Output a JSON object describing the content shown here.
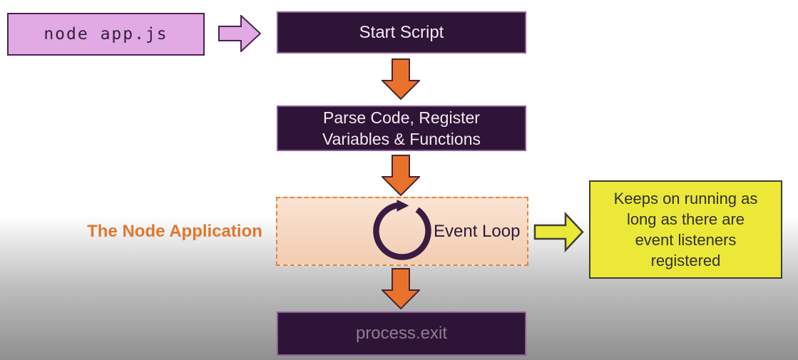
{
  "colors": {
    "bg_bottom": "#8f8f8f",
    "dark_purple": "#2e1436",
    "box_border_light": "#8a5c92",
    "pink_fill": "#e2aae4",
    "pink_border": "#4a2150",
    "orange": "#e8722c",
    "orange_dark_outline": "#4a2430",
    "peach_fill_top": "#fae4d3",
    "peach_fill_bottom": "#f2ccb2",
    "peach_border": "#dd8840",
    "yellow_fill": "#ebe838",
    "yellow_border": "#3f3f35",
    "label_orange": "#e0772e",
    "loop_icon_color": "#3a1b42",
    "exit_text": "#8e7f94"
  },
  "nodes": {
    "command": {
      "label": "node app.js"
    },
    "start": {
      "label": "Start Script"
    },
    "parse": {
      "lines": [
        "Parse Code, Register",
        "Variables & Functions"
      ]
    },
    "event_loop": {
      "label": "Event Loop"
    },
    "process_exit": {
      "label": "process.exit"
    }
  },
  "annotations": {
    "app_scope_label": "The Node Application",
    "note": {
      "lines": [
        "Keeps on running as",
        "long as there are",
        "event listeners",
        "registered"
      ]
    }
  },
  "icons": {
    "loop": "circular-arrow-icon",
    "cmd_to_start": "block-arrow-right-icon",
    "flow_down": "block-arrow-down-icon",
    "to_note": "block-arrow-right-icon"
  }
}
